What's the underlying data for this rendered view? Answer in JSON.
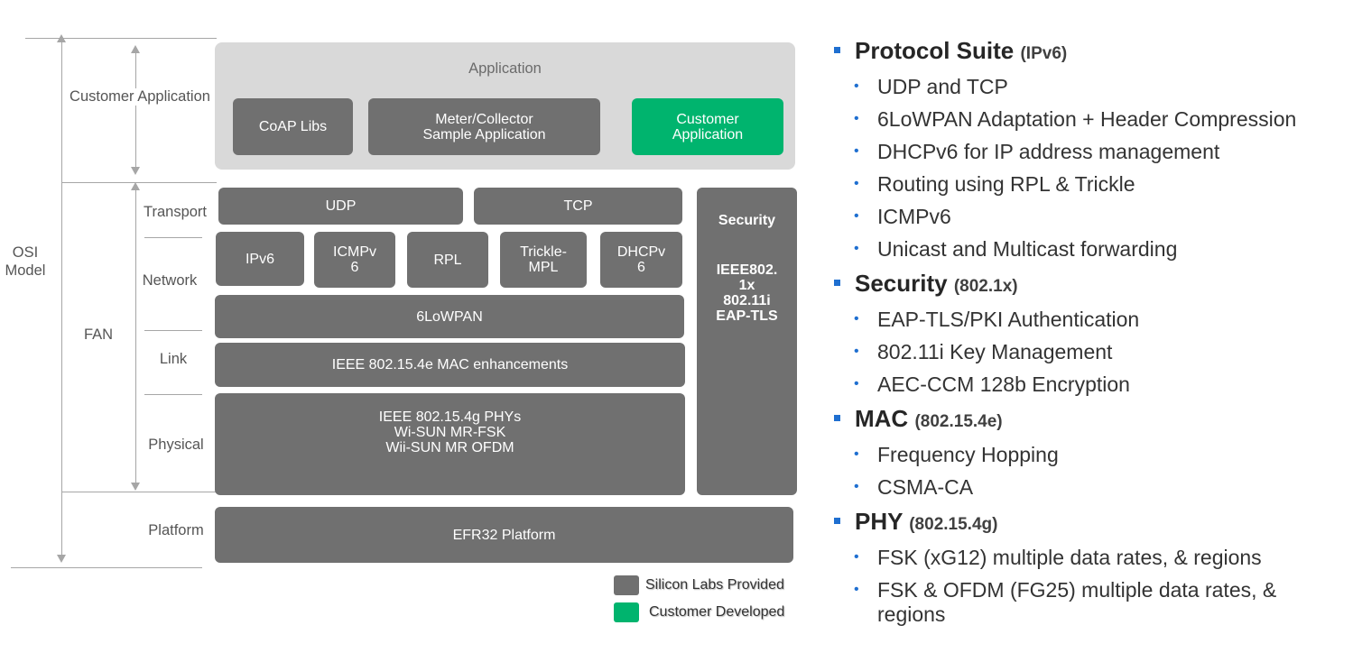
{
  "diagram": {
    "app_panel_title": "Application",
    "apps": {
      "coap": "CoAP Libs",
      "meter": "Meter/Collector\nSample Application",
      "customer": "Customer\nApplication"
    },
    "transport": {
      "udp": "UDP",
      "tcp": "TCP"
    },
    "network": {
      "ipv6": "IPv6",
      "icmpv6": "ICMPv\n6",
      "rpl": "RPL",
      "trickle": "Trickle-\nMPL",
      "dhcpv6": "DHCPv\n6"
    },
    "sixlowpan": "6LoWPAN",
    "mac": "IEEE 802.15.4e MAC enhancements",
    "phy": "IEEE 802.15.4g PHYs\nWi-SUN MR-FSK\nWii-SUN MR OFDM",
    "platform": "EFR32 Platform",
    "security": {
      "title": "Security",
      "body": "IEEE802.\n1x\n802.11i\nEAP-TLS"
    },
    "labels": {
      "osi_model": "OSI\nModel",
      "customer_application": "Customer Application",
      "fan": "FAN",
      "transport": "Transport",
      "network": "Network",
      "link": "Link",
      "physical": "Physical",
      "platform": "Platform"
    },
    "legend": {
      "provided": "Silicon Labs Provided",
      "developed": "Customer Developed"
    },
    "colors": {
      "provided": "#707070",
      "developed": "#00b46e",
      "panel": "#d9d9d9",
      "bullet": "#1f6fd0"
    }
  },
  "sections": [
    {
      "title": "Protocol Suite",
      "subtitle": "(IPv6)",
      "items": [
        "UDP and TCP",
        "6LoWPAN Adaptation + Header Compression",
        "DHCPv6 for IP address management",
        "Routing using RPL  & Trickle",
        "ICMPv6",
        "Unicast and Multicast forwarding"
      ]
    },
    {
      "title": "Security",
      "subtitle": "(802.1x)",
      "items": [
        "EAP-TLS/PKI  Authentication",
        "802.11i  Key Management",
        "AEC-CCM 128b Encryption"
      ]
    },
    {
      "title": "MAC",
      "subtitle": "(802.15.4e)",
      "items": [
        "Frequency Hopping",
        "CSMA-CA"
      ]
    },
    {
      "title": "PHY",
      "subtitle": "(802.15.4g)",
      "items": [
        "FSK (xG12) multiple data rates, & regions",
        "FSK & OFDM (FG25) multiple data rates, & regions"
      ]
    }
  ]
}
